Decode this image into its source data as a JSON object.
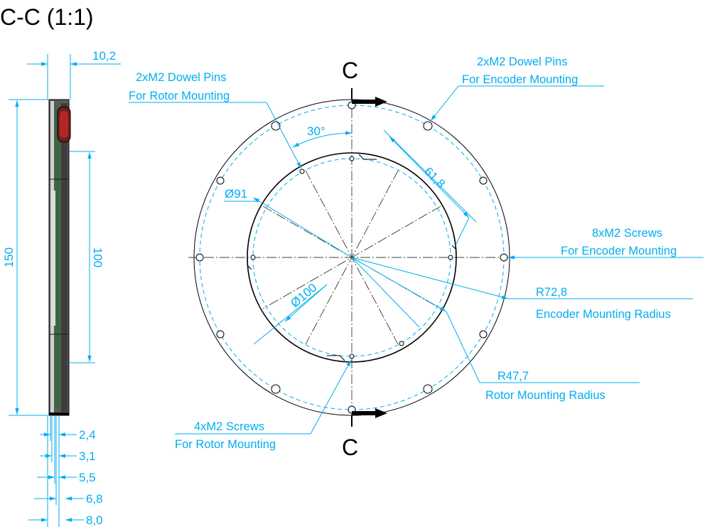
{
  "title": "C-C (1:1)",
  "section_marks": {
    "top": "C",
    "bottom": "C"
  },
  "side_view": {
    "thickness": "10,2",
    "height_outer": "150",
    "height_inner": "100",
    "layer_dims": [
      "2,4",
      "3,1",
      "5,5",
      "6,8",
      "8,0"
    ]
  },
  "front_view": {
    "angle": "30°",
    "dim_618": "61,8",
    "dia_91": "Ø91",
    "dia_100": "Ø100",
    "r728": "R72,8",
    "r728_note": "Encoder Mounting Radius",
    "r477": "R47,7",
    "r477_note": "Rotor Mounting Radius"
  },
  "callouts": {
    "dowel_rotor": [
      "2xM2 Dowel Pins",
      "For Rotor Mounting"
    ],
    "dowel_encoder": [
      "2xM2 Dowel Pins",
      "For Encoder Mounting"
    ],
    "screws_encoder": [
      "8xM2 Screws",
      "For Encoder Mounting"
    ],
    "screws_rotor": [
      "4xM2 Screws",
      "For Rotor Mounting"
    ]
  },
  "colors": {
    "dimension": "#00aeef",
    "outline": "#000000"
  }
}
